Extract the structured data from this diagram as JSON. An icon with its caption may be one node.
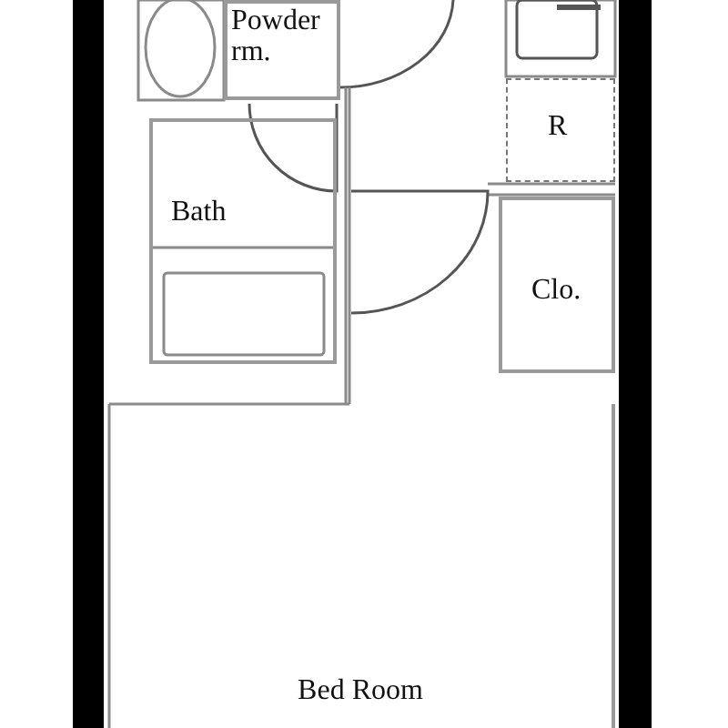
{
  "diagram": {
    "nodes": [
      {
        "text": [
          "Powder rm."
        ]
      },
      {
        "text": [
          "R"
        ]
      },
      {
        "text": [
          "Bath"
        ]
      },
      {
        "text": [
          "Clo."
        ]
      },
      {
        "text": [
          "Bed Room"
        ]
      }
    ]
  }
}
